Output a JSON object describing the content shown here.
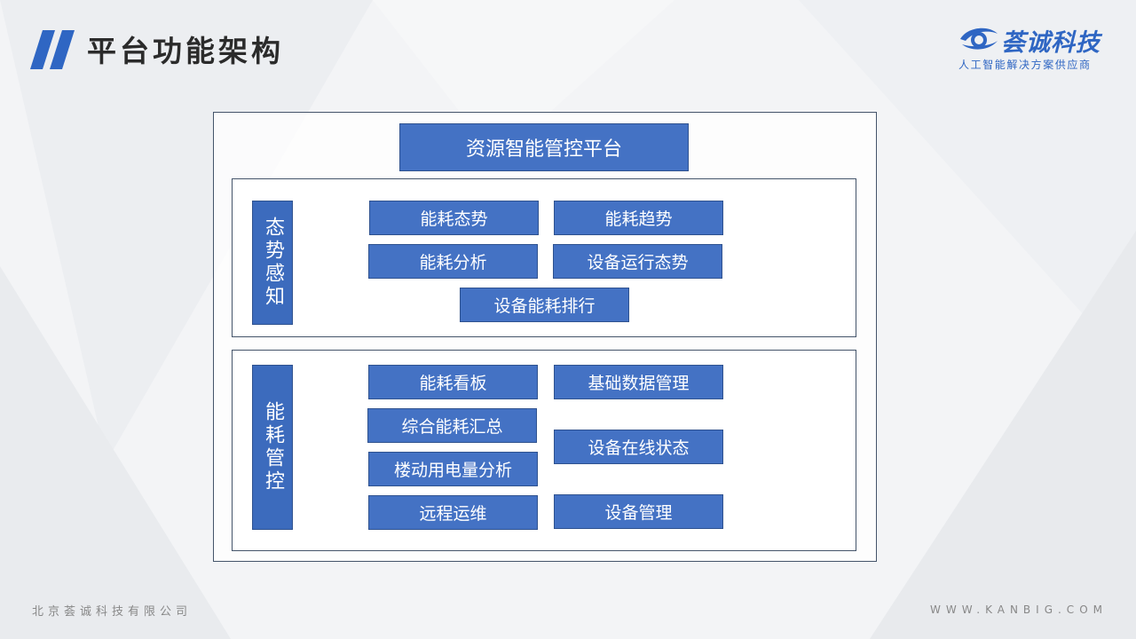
{
  "header": {
    "title": "平台功能架构",
    "brand_name": "荟诚科技",
    "brand_slogan": "人工智能解决方案供应商"
  },
  "diagram": {
    "root": "资源智能管控平台",
    "section1": {
      "label": "态势感知",
      "items": [
        "能耗态势",
        "能耗趋势",
        "能耗分析",
        "设备运行态势",
        "设备能耗排行"
      ]
    },
    "section2": {
      "label": "能耗管控",
      "left_items": [
        "能耗看板",
        "综合能耗汇总",
        "楼动用电量分析",
        "远程运维"
      ],
      "right_items": [
        "基础数据管理",
        "设备在线状态",
        "设备管理"
      ]
    }
  },
  "footer": {
    "company": "北京荟诚科技有限公司",
    "website": "WWW.KANBIG.COM"
  },
  "colors": {
    "accent": "#4472c4",
    "brand": "#2f66c3",
    "frame_border": "#44546a"
  },
  "icons": {
    "title_mark": "double-slash-icon",
    "brand_logo": "eye-swoosh-logo-icon"
  }
}
